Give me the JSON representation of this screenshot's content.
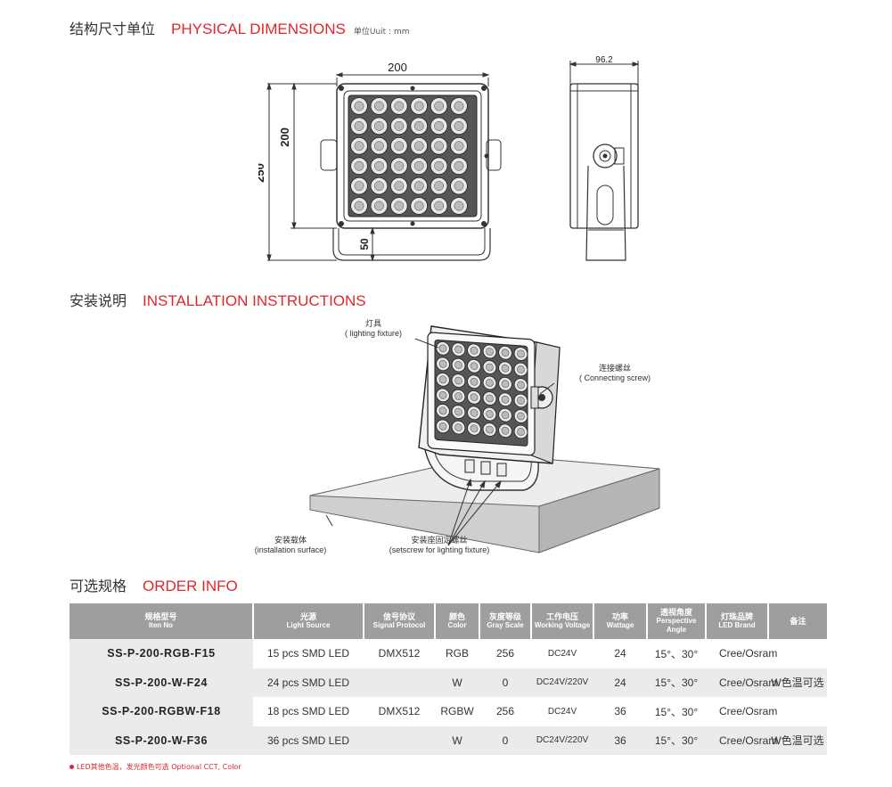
{
  "sections": {
    "physical": {
      "cn": "结构尺寸单位",
      "en": "PHYSICAL DIMENSIONS",
      "unit": "单位Uuit : mm"
    },
    "installation": {
      "cn": "安装说明",
      "en": "INSTALLATION INSTRUCTIONS"
    },
    "order": {
      "cn": "可选规格",
      "en": "ORDER INFO"
    }
  },
  "dimensions": {
    "width_top": "200",
    "height_total": "250",
    "height_inner": "200",
    "bracket": "50",
    "depth": "96.2"
  },
  "installation": {
    "fixture_cn": "灯具",
    "fixture_en": "( lighting fixture)",
    "screw_cn": "连接螺丝",
    "screw_en": "( Connecting screw)",
    "surface_cn": "安装载体",
    "surface_en": "(installation surface)",
    "setscrew_cn": "安装座固定螺丝",
    "setscrew_en": "(setscrew for lighting fixture)"
  },
  "table": {
    "headers": [
      {
        "cn": "规格型号",
        "en": "Iten No"
      },
      {
        "cn": "光源",
        "en": "Light Source"
      },
      {
        "cn": "信号协议",
        "en": "Signal Protocol"
      },
      {
        "cn": "颜色",
        "en": "Color"
      },
      {
        "cn": "灰度等级",
        "en": "Gray Scale"
      },
      {
        "cn": "工作电压",
        "en": "Working Voltage"
      },
      {
        "cn": "功率",
        "en": "Wattage"
      },
      {
        "cn": "透视角度",
        "en": "Perspective Angle"
      },
      {
        "cn": "灯珠品牌",
        "en": "LED Brand"
      },
      {
        "cn": "备注",
        "en": ""
      }
    ],
    "rows": [
      {
        "model": "SS-P-200-RGB-F15",
        "source": "15 pcs SMD LED",
        "protocol": "DMX512",
        "color": "RGB",
        "gray": "256",
        "voltage": "DC24V",
        "watt": "24",
        "angle": "15°、30°",
        "brand": "Cree/Osram",
        "note": ""
      },
      {
        "model": "SS-P-200-W-F24",
        "source": "24 pcs SMD LED",
        "protocol": "",
        "color": "W",
        "gray": "0",
        "voltage": "DC24V/220V",
        "watt": "24",
        "angle": "15°、30°",
        "brand": "Cree/Osram",
        "note": "W色温可选"
      },
      {
        "model": "SS-P-200-RGBW-F18",
        "source": "18 pcs SMD LED",
        "protocol": "DMX512",
        "color": "RGBW",
        "gray": "256",
        "voltage": "DC24V",
        "watt": "36",
        "angle": "15°、30°",
        "brand": "Cree/Osram",
        "note": ""
      },
      {
        "model": "SS-P-200-W-F36",
        "source": "36 pcs SMD LED",
        "protocol": "",
        "color": "W",
        "gray": "0",
        "voltage": "DC24V/220V",
        "watt": "36",
        "angle": "15°、30°",
        "brand": "Cree/Osram",
        "note": "W色温可选"
      }
    ]
  },
  "footnote": "LED其他色温，发光颜色可选  Optional CCT, Color"
}
